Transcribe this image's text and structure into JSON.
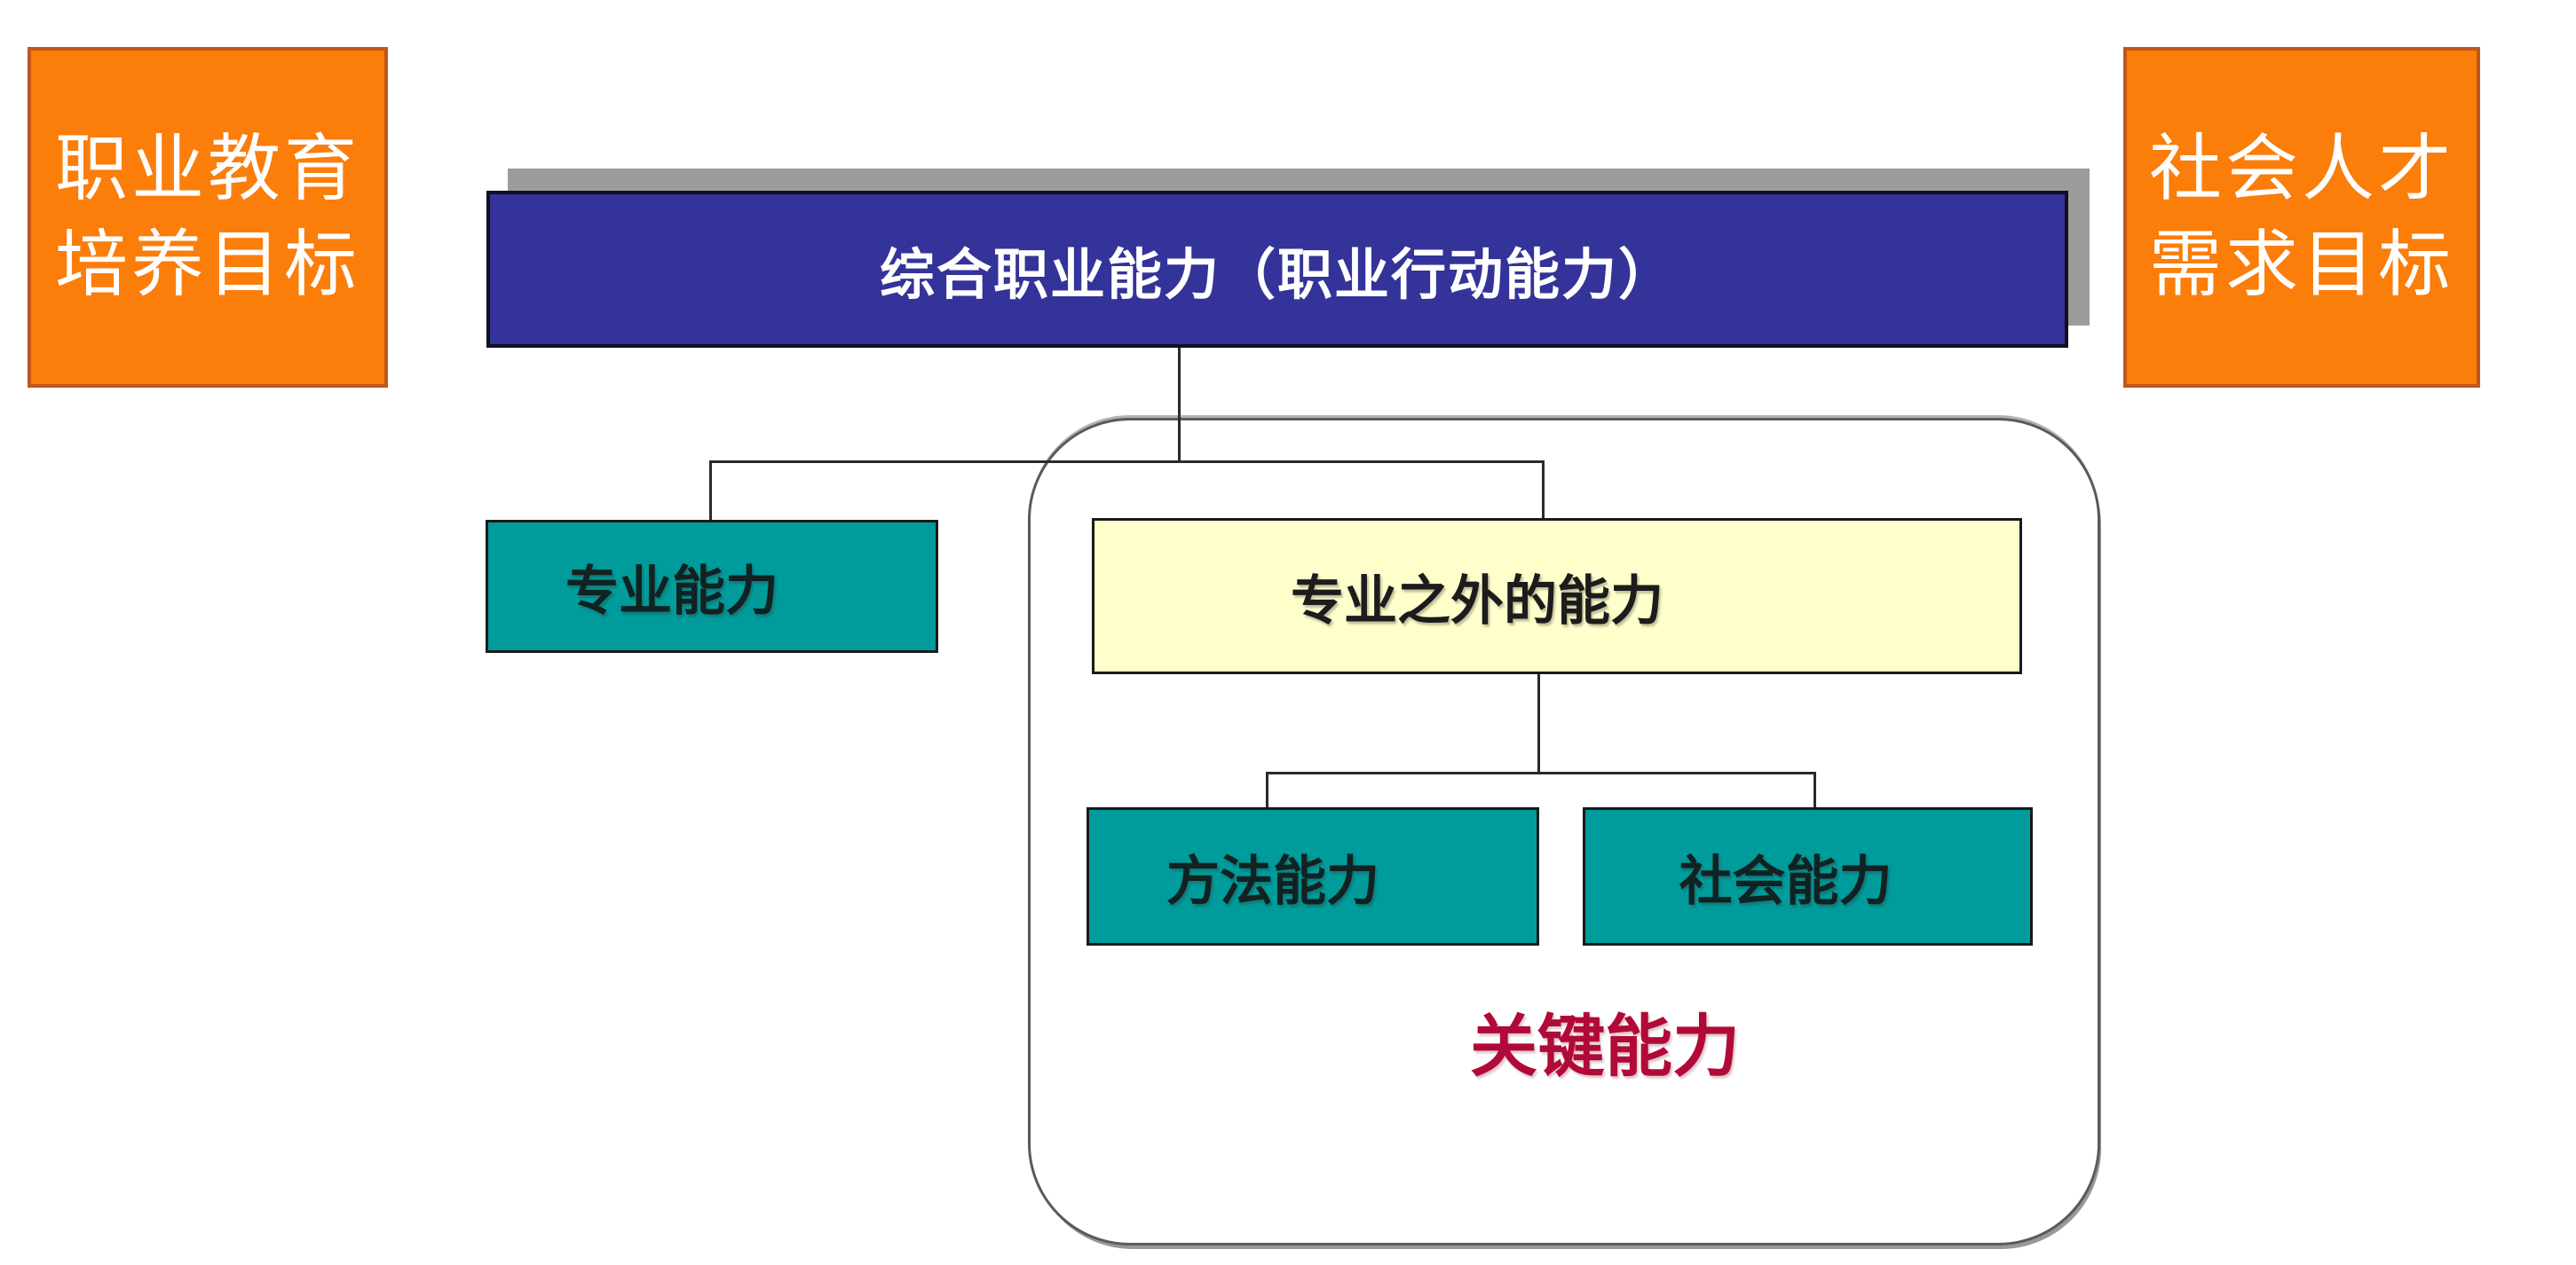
{
  "side_labels": {
    "left": {
      "lines": [
        "职业教育",
        "培养目标"
      ]
    },
    "right": {
      "lines": [
        "社会人才",
        "需求目标"
      ]
    }
  },
  "banner": {
    "label": "综合职业能力（职业行动能力）"
  },
  "nodes": {
    "professional": {
      "label": "专业能力"
    },
    "non_professional": {
      "label": "专业之外的能力"
    },
    "methodological": {
      "label": "方法能力"
    },
    "social": {
      "label": "社会能力"
    }
  },
  "key_competence": {
    "label": "关键能力"
  },
  "colors": {
    "orange-fill": "#fb7d0a",
    "orange-border": "#c0561a",
    "blue-fill": "#333399",
    "blue-border": "#10101e",
    "teal-fill": "#009b9b",
    "yellow-fill": "#ffffcc",
    "box-border": "#1a1a1a",
    "group-border": "#5a5a5a",
    "key-red": "#b20a38",
    "shadow-gray": "#9c9c9c",
    "line-color": "#2a2a2a",
    "white-text": "#ffffff",
    "dark-text": "#112222"
  }
}
